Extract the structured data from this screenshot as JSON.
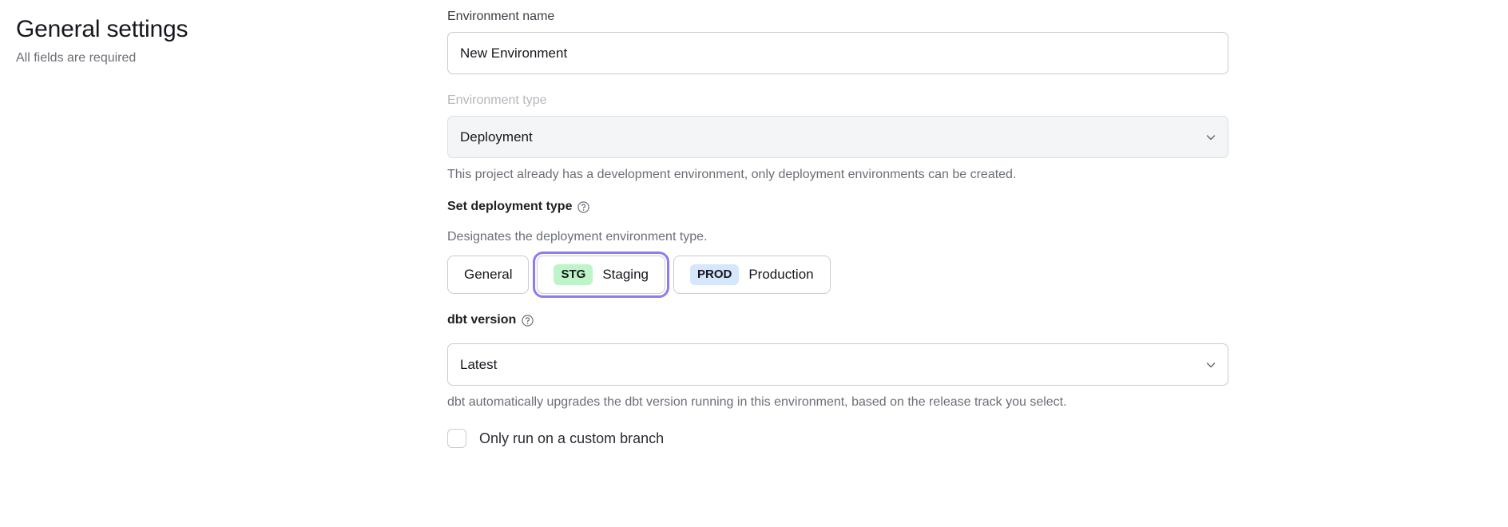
{
  "header": {
    "title": "General settings",
    "subtitle": "All fields are required"
  },
  "form": {
    "environment_name": {
      "label": "Environment name",
      "value": "New Environment",
      "placeholder": "Environment name"
    },
    "environment_type": {
      "label": "Environment type",
      "value": "Deployment",
      "help_text": "This project already has a development environment, only deployment environments can be created.",
      "disabled": true
    },
    "deployment_type": {
      "label": "Set deployment type",
      "help_icon": "question-circle-icon",
      "description": "Designates the deployment environment type.",
      "options": [
        {
          "badge": "",
          "label": "General",
          "selected": false
        },
        {
          "badge": "STG",
          "label": "Staging",
          "selected": true
        },
        {
          "badge": "PROD",
          "label": "Production",
          "selected": false
        }
      ]
    },
    "dbt_version": {
      "label": "dbt version",
      "help_icon": "question-circle-icon",
      "value": "Latest",
      "help_text": "dbt automatically upgrades the dbt version running in this environment, based on the release track you select."
    },
    "custom_branch": {
      "label": "Only run on a custom branch",
      "checked": false
    }
  },
  "colors": {
    "focus_ring": "#8b7cf0",
    "staging_badge": "#bdf5c8",
    "production_badge": "#d6e6fb",
    "text_primary": "#16181d",
    "text_muted": "#6b6f76",
    "border": "#c9ccd1",
    "disabled_bg": "#f4f5f6"
  },
  "icons": {
    "chevron_down": "chevron-down-icon"
  }
}
